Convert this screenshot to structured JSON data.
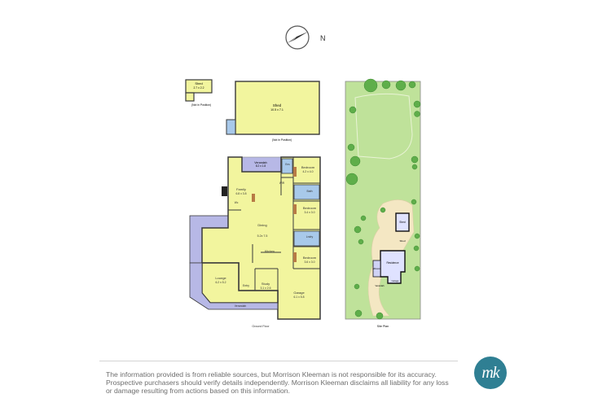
{
  "compass": {
    "label": "N"
  },
  "rooms": {
    "shed_small": {
      "name": "Shed",
      "dims": "2.7 x 2.2"
    },
    "shed_large": {
      "name": "Shed",
      "dims": "10.5 x 7.1"
    },
    "not_in_position_1": "(Not in Position)",
    "not_in_position_2": "(Not in Position)",
    "verandah_top": {
      "name": "Verandah",
      "dims": "8.2 x 1.8"
    },
    "bedroom_1": {
      "name": "Bedroom",
      "dims": "4.2 x 4.0"
    },
    "family": {
      "name": "Family",
      "dims": "6.8 x 3.8"
    },
    "ens": "Ens",
    "bath": "Bath",
    "wir": "WIR",
    "wc": "Wc",
    "lndry": "Lndry",
    "bedroom_2": {
      "name": "Bedroom",
      "dims": "3.4 x 3.0"
    },
    "dining": {
      "name": "Dining",
      "dims": "5.2x 7.5"
    },
    "kitchen": "Kitchen",
    "alfresco": "Alfresco",
    "bedroom_3": {
      "name": "Bedroom",
      "dims": "3.6 x 3.0"
    },
    "lounge": {
      "name": "Lounge",
      "dims": "6.2 x 5.2"
    },
    "entry": "Entry",
    "study": {
      "name": "Study",
      "dims": "3.1 x 2.6"
    },
    "garage": {
      "name": "Garage",
      "dims": "6.1 x 5.8"
    },
    "verandah_bottom": "Verandah"
  },
  "site": {
    "shed_label": "Shed",
    "shed_sub": "Shed",
    "residence": "Residence",
    "alfresco": "Alfresco",
    "verandah": "Verandah",
    "garage": "Garage"
  },
  "captions": {
    "ground_floor": "Ground Floor",
    "site_plan": "Site Plan"
  },
  "disclaimer": "The information provided is from reliable sources, but Morrison Kleeman is not responsible for its accuracy. Prospective purchasers should verify details independently. Morrison Kleeman disclaims all liability for any loss or damage resulting from actions based on this information.",
  "logo": "mk",
  "colors": {
    "interior": "#f2f59e",
    "outdoor": "#b7b8e6",
    "wet": "#a8c9ea",
    "wall": "#3a3a3a",
    "grass": "#bfe29a",
    "tree": "#5fae4a",
    "path": "#f4e7c3",
    "timber": "#b77a45",
    "logo": "#2f7f93"
  }
}
